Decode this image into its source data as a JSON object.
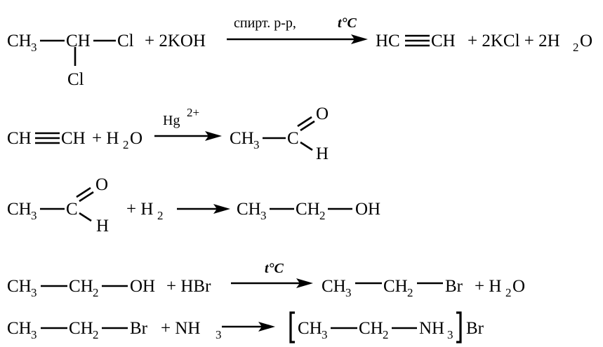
{
  "reactions": [
    {
      "reactant_main": "CH3—CH(Cl)—Cl",
      "reactant_extra": "+ 2KOH",
      "condition": "спирт. р-р,",
      "condition_temp": "t°C",
      "products": "+ 2KCl + 2H2O"
    },
    {
      "reactant_extra": "+ H2O",
      "condition": "Hg2+"
    },
    {
      "reactant_extra": "+ H2"
    },
    {
      "reactant_extra": "+ HBr",
      "condition_temp": "t°C",
      "products": "+ H2O"
    },
    {
      "reactant_extra": "+ NH3"
    }
  ],
  "text": {
    "ch3": "CH",
    "ch2": "CH",
    "ch": "CH",
    "hc": "HC",
    "c": "C",
    "h": "H",
    "o": "O",
    "cl": "Cl",
    "oh": "OH",
    "br": "Br",
    "nh": "NH",
    "koh": "+ 2KOH",
    "kcl": "+ 2KCl + 2H",
    "h2o_plus": "+ H",
    "h2_plus": "+ H",
    "hbr": "+ HBr",
    "nh3_plus": "+ NH",
    "sub2": "2",
    "sub3": "3",
    "o_tail": "O",
    "spirt": "спирт. р-р,",
    "temp": "t°C",
    "hg": "Hg",
    "hg_charge": "2+"
  }
}
